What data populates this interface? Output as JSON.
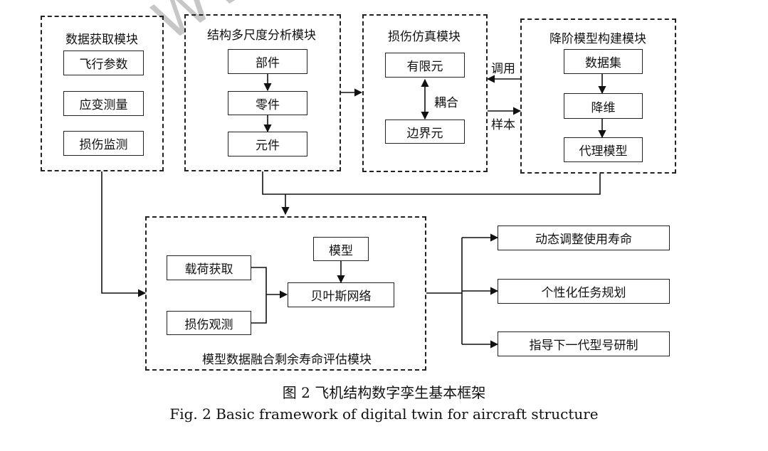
{
  "watermark": "WWW",
  "modules": {
    "acquisition": {
      "title": "数据获取模块",
      "items": [
        "飞行参数",
        "应变测量",
        "损伤监测"
      ]
    },
    "multiscale": {
      "title": "结构多尺度分析模块",
      "items": [
        "部件",
        "零件",
        "元件"
      ]
    },
    "damage": {
      "title": "损伤仿真模块",
      "fem": "有限元",
      "bem": "边界元",
      "coupling": "耦合"
    },
    "rom": {
      "title": "降阶模型构建模块",
      "items": [
        "数据集",
        "降维",
        "代理模型"
      ]
    },
    "fusion": {
      "title": "模型数据融合剩余寿命评估模块",
      "load": "载荷获取",
      "observe": "损伤观测",
      "model": "模型",
      "bayes": "贝叶斯网络"
    }
  },
  "edge_labels": {
    "call": "调用",
    "sample": "样本"
  },
  "outputs": [
    "动态调整使用寿命",
    "个性化任务规划",
    "指导下一代型号研制"
  ],
  "caption": {
    "cn": "图 2    飞机结构数字孪生基本框架",
    "en": "Fig. 2    Basic framework of digital twin for aircraft structure"
  }
}
